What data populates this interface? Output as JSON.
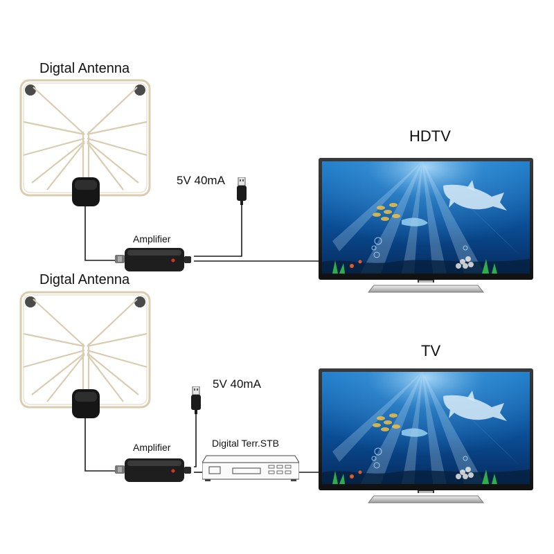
{
  "top_setup": {
    "antenna_label": "Digtal Antenna",
    "power_label": "5V 40mA",
    "amplifier_label": "Amplifier",
    "tv_label": "HDTV"
  },
  "bottom_setup": {
    "antenna_label": "Digtal Antenna",
    "power_label": "5V 40mA",
    "amplifier_label": "Amplifier",
    "stb_label": "Digital Terr.STB",
    "tv_label": "TV"
  },
  "colors": {
    "antenna_frame": "#d9ccb0",
    "cable": "#1a1a1a",
    "screen_top": "#0b5aa8",
    "screen_bottom": "#06285a",
    "device": "#1e1e1e",
    "led": "#d9342b"
  },
  "icons": [
    "antenna-icon",
    "usb-plug-icon",
    "amplifier-icon",
    "set-top-box-icon",
    "tv-icon"
  ]
}
